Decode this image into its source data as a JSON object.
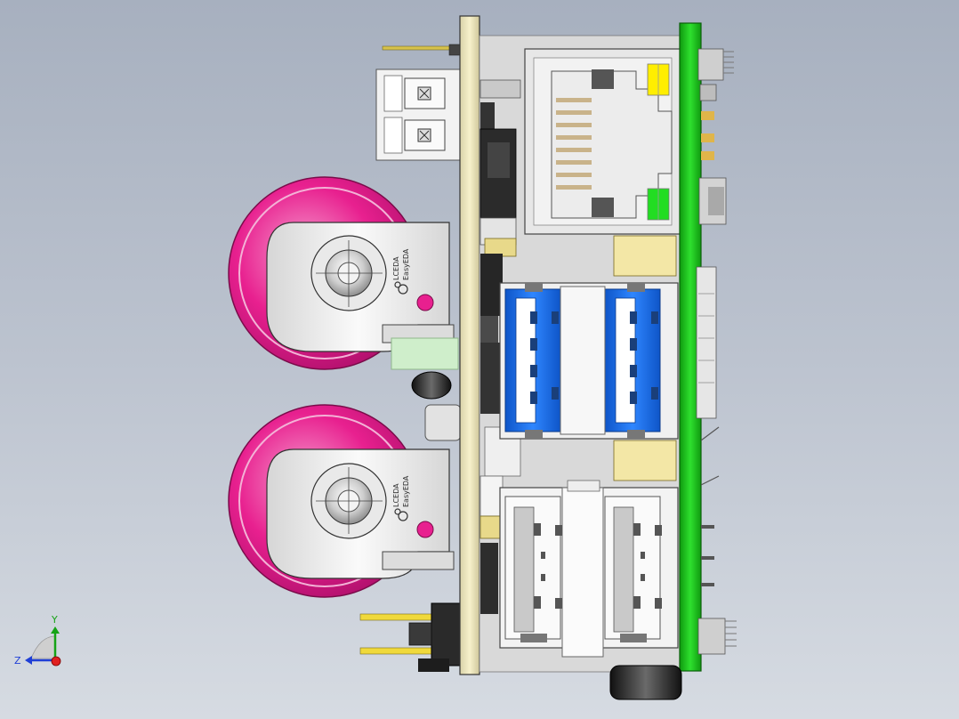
{
  "viewport": {
    "background_top": "#a7b0bf",
    "background_bottom": "#d6dbe2"
  },
  "model": {
    "pcb_color": "#1ec51e",
    "usb3_color": "#1a6ee8",
    "battery_color": "#e8208f",
    "led_yellow": "#ffee00",
    "led_green": "#22dd22",
    "holder_text_line1": "LCEDA",
    "holder_text_line2": "EasyEDA"
  },
  "triad": {
    "y_label": "Y",
    "z_label": "Z",
    "y_color": "#16a316",
    "z_color": "#1f3fd6",
    "x_color": "#e02020",
    "icon": "view-orientation-icon"
  }
}
